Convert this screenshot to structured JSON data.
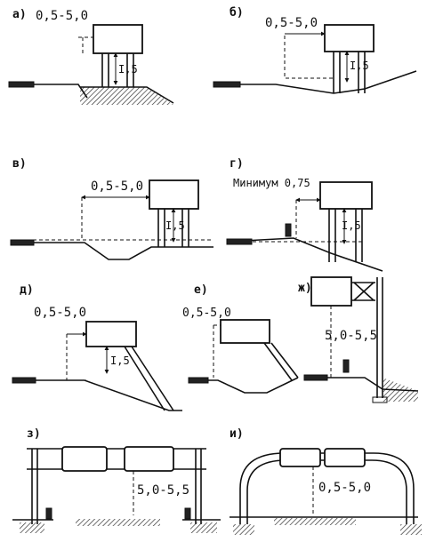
{
  "panels": [
    {
      "id": "a",
      "label": "a)",
      "dims": [
        "0,5-5,0",
        "I,5"
      ]
    },
    {
      "id": "b",
      "label": "б)",
      "dims": [
        "0,5-5,0",
        "I,5"
      ]
    },
    {
      "id": "v",
      "label": "в)",
      "dims": [
        "0,5-5,0",
        "I,5"
      ]
    },
    {
      "id": "g",
      "label": "г)",
      "dims": [
        "Минимум 0,75",
        "I,5"
      ]
    },
    {
      "id": "d",
      "label": "д)",
      "dims": [
        "0,5-5,0",
        "I,5"
      ]
    },
    {
      "id": "e",
      "label": "е)",
      "dims": [
        "0,5-5,0"
      ]
    },
    {
      "id": "zh",
      "label": "ж)",
      "dims": [
        "5,0-5,5"
      ]
    },
    {
      "id": "z",
      "label": "з)",
      "dims": [
        "5,0-5,5"
      ]
    },
    {
      "id": "i",
      "label": "и)",
      "dims": [
        "0,5-5,0"
      ]
    }
  ]
}
